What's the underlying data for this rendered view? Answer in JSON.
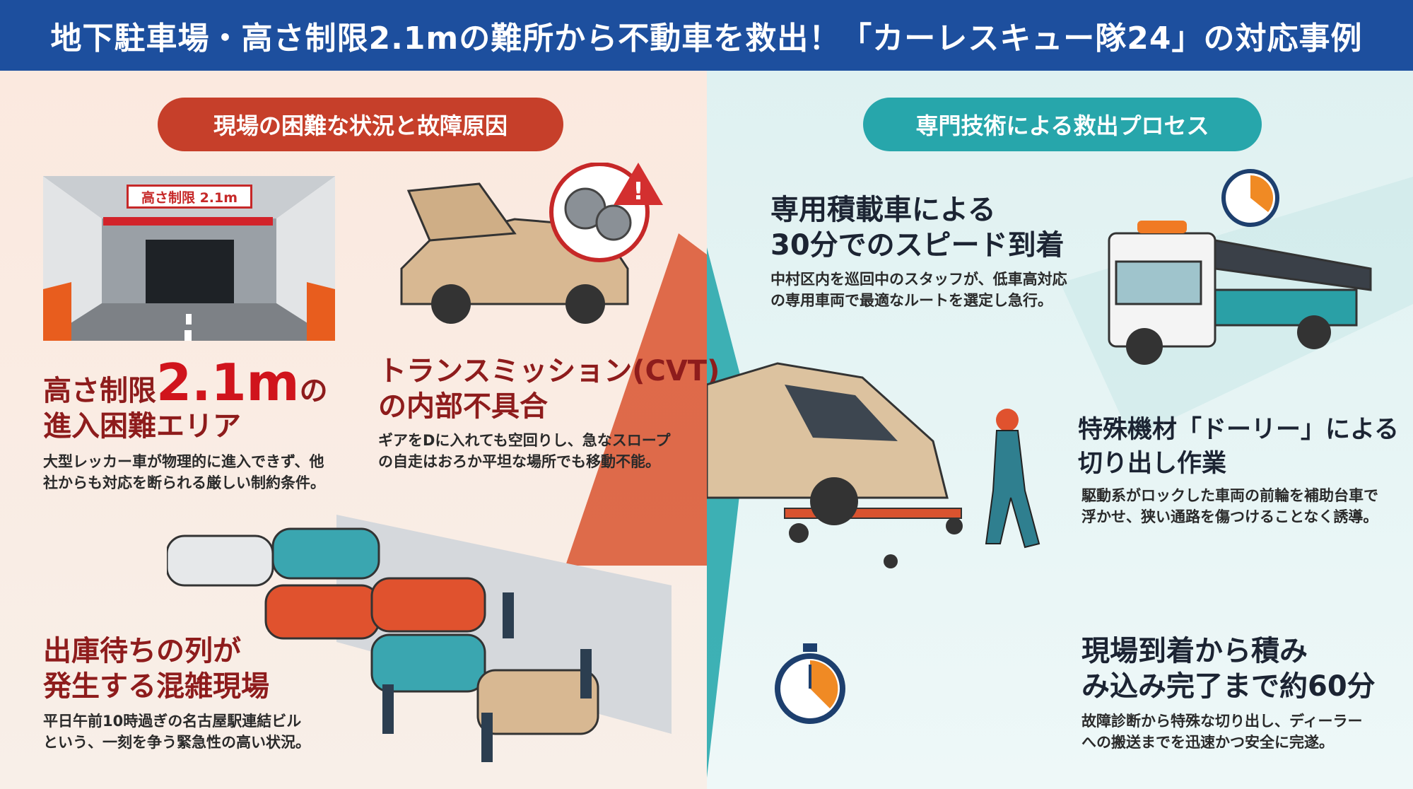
{
  "header": {
    "title": "地下駐車場・高さ制限2.1mの難所から不動車を救出！「カーレスキュー隊24」の対応事例"
  },
  "left": {
    "section_title": "現場の困難な状況と故障原因",
    "parking_sign": "高さ制限 2.1m",
    "items": [
      {
        "title_pre": "高さ制限",
        "title_big": "2.1m",
        "title_post": "の",
        "title_line2": "進入困難エリア",
        "desc_line1": "大型レッカー車が物理的に進入できず、他",
        "desc_line2": "社からも対応を断られる厳しい制約条件。"
      },
      {
        "title_line1": "トランスミッション(CVT)",
        "title_line2": "の内部不具合",
        "desc_line1": "ギアをDに入れても空回りし、急なスロープ",
        "desc_line2": "の自走はおろか平坦な場所でも移動不能。"
      },
      {
        "title_line1": "出庫待ちの列が",
        "title_line2": "発生する混雑現場",
        "desc_line1": "平日午前10時過ぎの名古屋駅連結ビル",
        "desc_line2": "という、一刻を争う緊急性の高い状況。"
      }
    ]
  },
  "right": {
    "section_title": "専門技術による救出プロセス",
    "items": [
      {
        "title_line1": "専用積載車による",
        "title_line2": "30分でのスピード到着",
        "desc_line1": "中村区内を巡回中のスタッフが、低車高対応",
        "desc_line2": "の専用車両で最適なルートを選定し急行。"
      },
      {
        "title_line1": "特殊機材「ドーリー」による",
        "title_line2": "切り出し作業",
        "desc_line1": "駆動系がロックした車両の前輪を補助台車で",
        "desc_line2": "浮かせ、狭い通路を傷つけることなく誘導。"
      },
      {
        "title_line1": "現場到着から積み",
        "title_line2": "み込み完了まで約60分",
        "desc_line1": "故障診断から特殊な切り出し、ディーラー",
        "desc_line2": "への搬送までを迅速かつ安全に完遂。"
      }
    ]
  },
  "colors": {
    "header": "#1d4f9e",
    "left_accent": "#c63f2a",
    "right_accent": "#27a6ab",
    "left_heading": "#8e1c1c"
  }
}
